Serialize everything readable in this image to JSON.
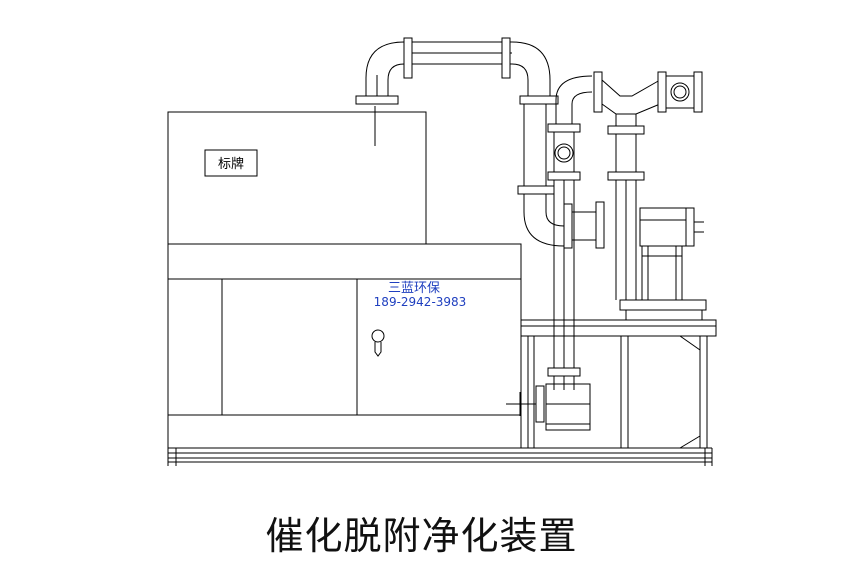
{
  "nameplate_label": "标牌",
  "company_name": "三蓝环保",
  "company_phone": "189-2942-3983",
  "caption": "催化脱附净化装置",
  "colors": {
    "line": "#000000",
    "company_text": "#1f3fbf",
    "background": "#ffffff"
  }
}
